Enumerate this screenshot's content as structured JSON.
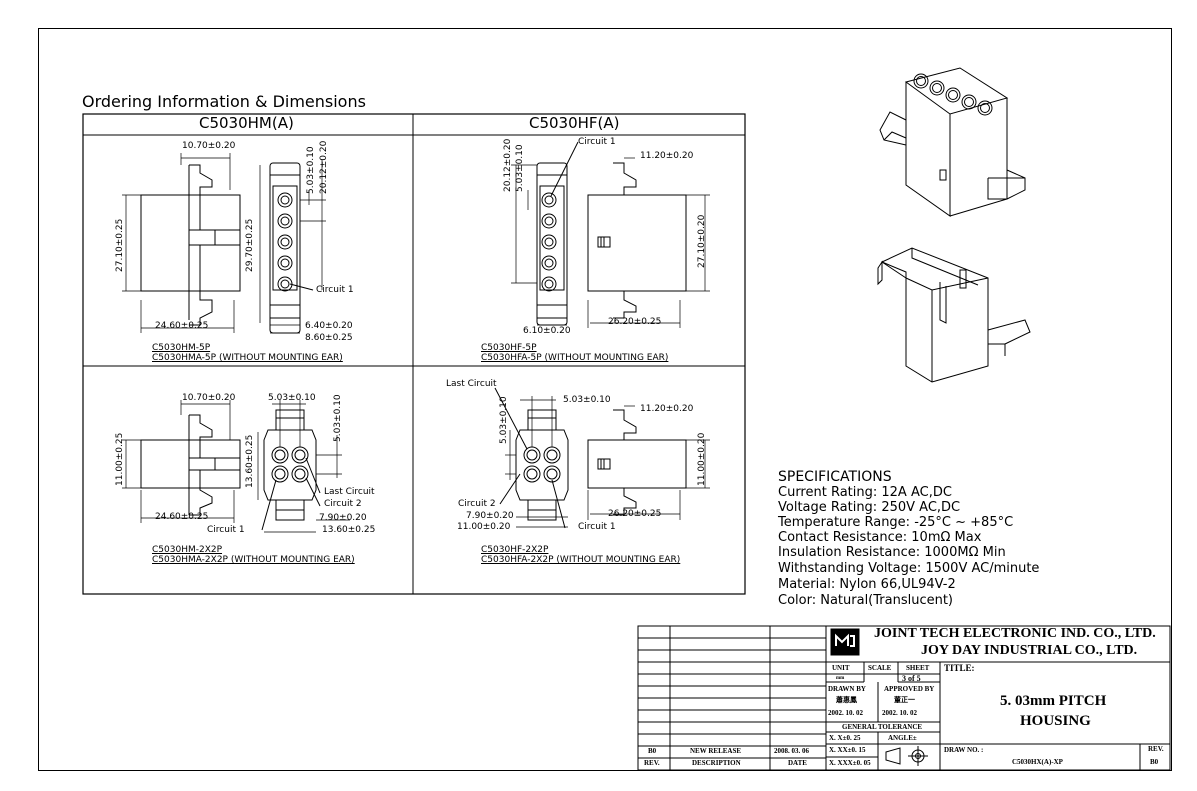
{
  "heading": "Ordering Information & Dimensions",
  "columns": {
    "left": "C5030HM(A)",
    "right": "C5030HF(A)"
  },
  "panels": {
    "hm5p": {
      "dims": [
        "10.70±0.20",
        "5.03±0.10",
        "20.12±0.20",
        "27.10±0.25",
        "29.70±0.25",
        "24.60±0.25",
        "6.40±0.20",
        "8.60±0.25"
      ],
      "circuit": "Circuit 1",
      "part1": "C5030HM-5P",
      "part2": "C5030HMA-5P (WITHOUT MOUNTING EAR)"
    },
    "hf5p": {
      "dims": [
        "20.12±0.20",
        "5.03±0.10",
        "11.20±0.20",
        "27.10±0.20",
        "6.10±0.20",
        "26.20±0.25"
      ],
      "circuit": "Circuit 1",
      "part1": "C5030HF-5P",
      "part2": "C5030HFA-5P (WITHOUT MOUNTING EAR)"
    },
    "hm2x2": {
      "dims": [
        "10.70±0.20",
        "5.03±0.10",
        "5.03±0.10",
        "11.00±0.25",
        "13.60±0.25",
        "24.60±0.25",
        "7.90±0.20",
        "13.60±0.25"
      ],
      "labels": [
        "Last Circuit",
        "Circuit 2",
        "Circuit 1"
      ],
      "part1": "C5030HM-2X2P",
      "part2": "C5030HMA-2X2P (WITHOUT MOUNTING EAR)"
    },
    "hf2x2": {
      "dims": [
        "5.03±0.10",
        "5.03±0.10",
        "11.20±0.20",
        "11.00±0.20",
        "7.90±0.20",
        "11.00±0.20",
        "26.20±0.25"
      ],
      "labels": [
        "Last Circuit",
        "Circuit 2",
        "Circuit 1"
      ],
      "part1": "C5030HF-2X2P",
      "part2": "C5030HFA-2X2P (WITHOUT MOUNTING EAR)"
    }
  },
  "specs": {
    "title": "SPECIFICATIONS",
    "lines": [
      "Current Rating: 12A AC,DC",
      "Voltage Rating: 250V AC,DC",
      "Temperature Range: -25°C ~ +85°C",
      "Contact Resistance: 10mΩ Max",
      "Insulation Resistance: 1000MΩ Min",
      "Withstanding Voltage: 1500V AC/minute",
      "Material: Nylon 66,UL94V-2",
      "Color: Natural(Translucent)"
    ]
  },
  "titleblock": {
    "company1": "JOINT TECH ELECTRONIC IND. CO., LTD.",
    "company2": "JOY DAY INDUSTRIAL CO., LTD.",
    "unit_label": "UNIT",
    "unit_value": "mm",
    "scale_label": "SCALE",
    "sheet_label": "SHEET",
    "sheet_value": "3 of 5",
    "drawn_label": "DRAWN BY",
    "drawn_name": "蕭惠鳳",
    "drawn_date": "2002. 10. 02",
    "approved_label": "APPROVED BY",
    "approved_name": "董正一",
    "approved_date": "2002. 10. 02",
    "tolerance_label": "GENERAL TOLERANCE",
    "tol1": "X. X±0. 25",
    "tol2": "X. XX±0. 15",
    "tol3": "X. XXX±0. 05",
    "angle_label": "ANGLE±",
    "title_label": "TITLE:",
    "title1": "5. 03mm PITCH",
    "title2": "HOUSING",
    "draw_no_label": "DRAW NO. :",
    "draw_no": "C5030HX(A)-XP",
    "rev_label": "REV.",
    "rev_value": "B0",
    "rev_row": {
      "rev": "B0",
      "desc": "NEW RELEASE",
      "date": "2008. 03. 06"
    },
    "hdr": {
      "rev": "REV.",
      "desc": "DESCRIPTION",
      "date": "DATE"
    }
  }
}
